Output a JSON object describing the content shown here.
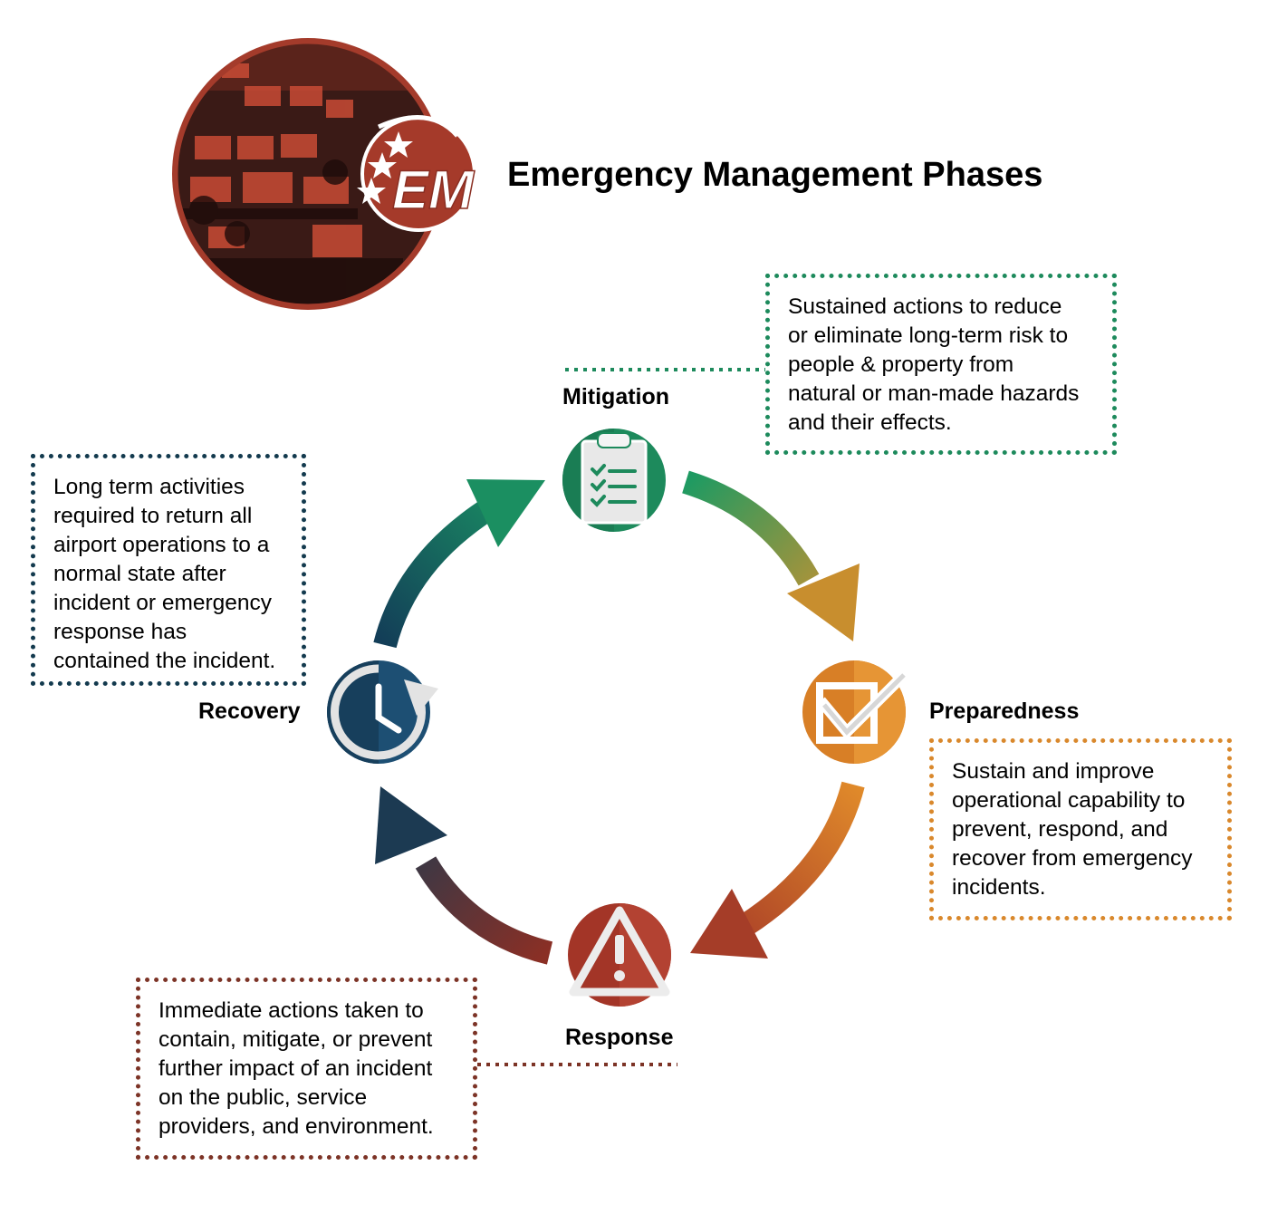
{
  "title": "Emergency Management Phases",
  "logo": {
    "text": "EM",
    "icon": "stars-logo"
  },
  "phases": [
    {
      "key": "mitigation",
      "label": "Mitigation",
      "icon": "clipboard-checklist-icon",
      "color": "#1d8a5c",
      "description": "Sustained actions to reduce\nor eliminate long-term risk to\npeople & property from\nnatural or man-made hazards\nand their effects."
    },
    {
      "key": "preparedness",
      "label": "Preparedness",
      "icon": "checkbox-icon",
      "color": "#e08a2a",
      "description": "Sustain and improve\noperational capability to\nprevent, respond, and\nrecover from emergency\nincidents."
    },
    {
      "key": "response",
      "label": "Response",
      "icon": "warning-triangle-icon",
      "color": "#a33527",
      "description": "Immediate actions taken to\ncontain, mitigate, or prevent\nfurther impact of an incident\non the public, service\nproviders, and environment."
    },
    {
      "key": "recovery",
      "label": "Recovery",
      "icon": "clock-refresh-icon",
      "color": "#1d4f73",
      "description": "Long term activities\nrequired to return all\nairport operations to a\nnormal state after\nincident or emergency\nresponse has\ncontained the incident."
    }
  ]
}
